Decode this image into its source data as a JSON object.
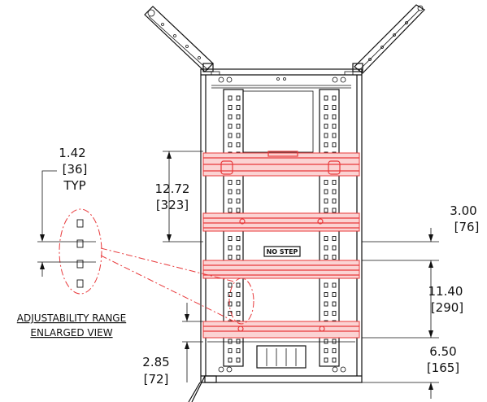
{
  "labels": {
    "enlarge_title_1": "ADJUSTABILITY RANGE",
    "enlarge_title_2": "ENLARGED VIEW",
    "no_step": "NO STEP"
  },
  "dimensions": {
    "typ_in": "1.42",
    "typ_mm": "[36]",
    "typ_note": "TYP",
    "d1_in": "12.72",
    "d1_mm": "[323]",
    "d2_in": "3.00",
    "d2_mm": "[76]",
    "d3_in": "11.40",
    "d3_mm": "[290]",
    "d4_in": "6.50",
    "d4_mm": "[165]",
    "d5_in": "2.85",
    "d5_mm": "[72]"
  },
  "colors": {
    "linework": "#111111",
    "highlight": "#e8383a"
  }
}
